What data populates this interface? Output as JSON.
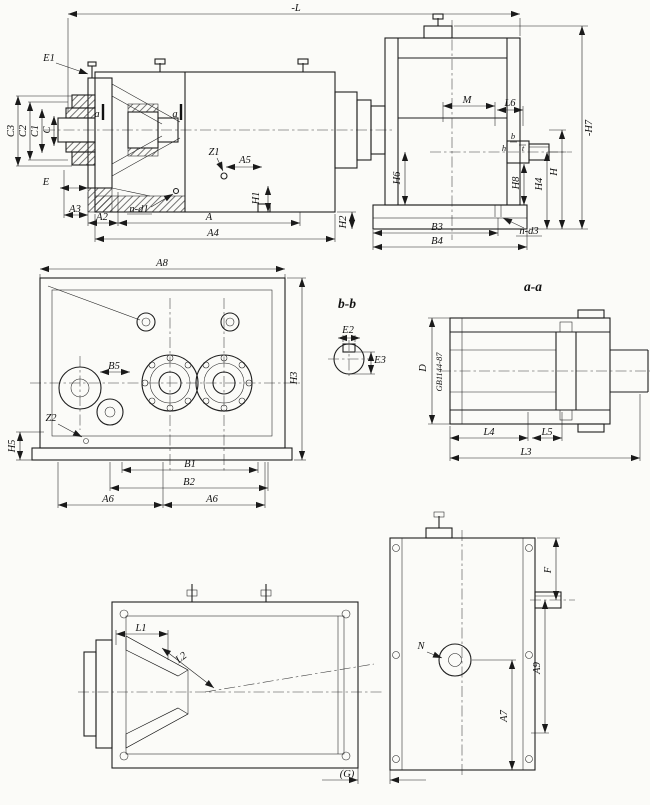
{
  "meta": {
    "description": "Engineering drawing of a gear reducer / drive unit: front sectional elevation, plan view, sections b-b and a-a, and end elevation, with letter dimension symbols"
  },
  "front": {
    "L": "-L",
    "H7": "-H7",
    "E1": "E1",
    "C3": "C3",
    "C2": "C2",
    "C1": "C1",
    "C": "C",
    "aL": "a",
    "aR": "a",
    "E": "E",
    "A3": "A3",
    "A2": "A2",
    "nd1": "n-d1",
    "A": "A",
    "A4": "A4",
    "Z1": "Z1",
    "A5": "A5",
    "H1": "H1",
    "H2": "H2",
    "B3": "B3",
    "B4": "B4",
    "nd3": "n-d3",
    "M": "M",
    "L6": "L6",
    "H6": "H6",
    "h": "h",
    "b": "b",
    "t": "t",
    "H8": "H8",
    "H4": "H4",
    "H": "H"
  },
  "plan": {
    "A8": "A8",
    "B5": "B5",
    "Z2": "Z2",
    "H5": "H5",
    "B1": "B1",
    "B2": "B2",
    "A6L": "A6",
    "A6R": "A6",
    "H3": "H3"
  },
  "bb": {
    "title": "b-b",
    "E2": "E2",
    "E3": "E3"
  },
  "aa": {
    "title": "a-a",
    "D": "D",
    "std": "GB1144-87",
    "L4": "L4",
    "L5": "L5",
    "L3": "L3"
  },
  "bottom": {
    "L1": "L1",
    "L2": "L2",
    "N": "N",
    "F": "F",
    "A9": "A9",
    "A7": "A7",
    "G": "(G)"
  }
}
